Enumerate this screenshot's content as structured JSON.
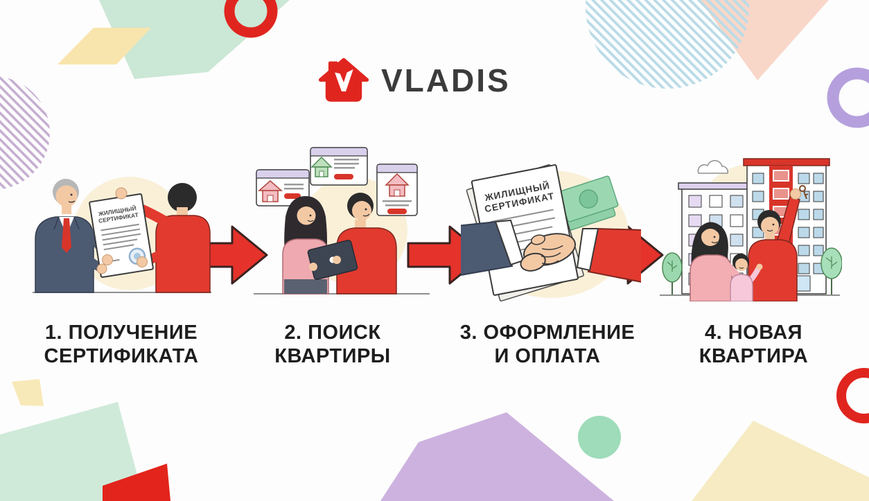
{
  "logo": {
    "brand": "VLADIS",
    "icon": "house-check-icon",
    "brand_red": "#e0251f",
    "text_color": "#3b3b3b"
  },
  "steps": [
    {
      "label_line1": "1. ПОЛУЧЕНИЕ",
      "label_line2": "СЕРТИФИКАТА",
      "illustration": "official-hands-certificate-to-man"
    },
    {
      "label_line1": "2. ПОИСК",
      "label_line2": "КВАРТИРЫ",
      "illustration": "couple-browsing-apartment-listings-on-laptop"
    },
    {
      "label_line1": "3. ОФОРМЛЕНИЕ",
      "label_line2": "И ОПЛАТА",
      "illustration": "handshake-over-certificate-and-money"
    },
    {
      "label_line1": "4. НОВАЯ",
      "label_line2": "КВАРТИРА",
      "illustration": "family-with-keys-by-new-buildings"
    }
  ],
  "documents": {
    "step1_certificate": {
      "line1": "ЖИЛИЩНЫЙ",
      "line2": "СЕРТИФИКАТ"
    },
    "step3_certificate": {
      "line1": "ЖИЛИЩНЫЙ",
      "line2": "СЕРТИФИКАТ"
    }
  },
  "palette": {
    "accent_red": "#e0251f",
    "arrow_red": "#e5322b",
    "mint": "#cbe7d5",
    "pale_yellow": "#f8e5ad",
    "lavender": "#cdb2df",
    "illustration_bg": "#faf0d8"
  }
}
